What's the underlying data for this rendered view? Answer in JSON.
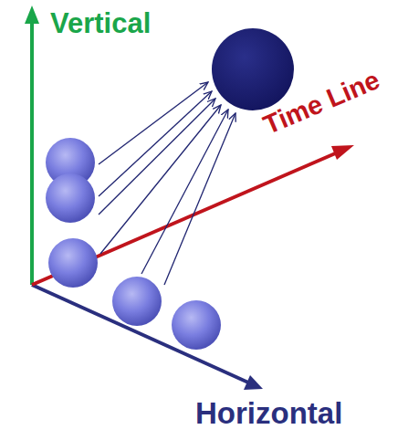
{
  "diagram": {
    "labels": [
      "Vertical",
      "Time Line",
      "Horizontal"
    ]
  }
}
